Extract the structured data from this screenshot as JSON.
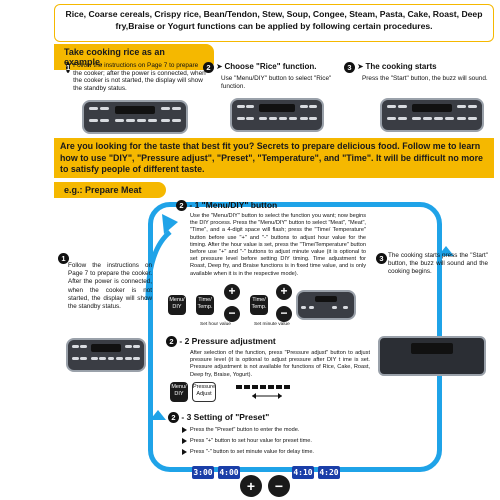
{
  "intro": "Rice, Coarse cereals, Crispy rice, Bean/Tendon, Stew, Soup, Congee, Steam, Pasta, Cake, Roast, Deep fry,Braise or Yogurt functions can be applied by following certain procedures.",
  "rice_tab": "Take cooking rice as an example.",
  "rice_steps": [
    {
      "num": "1",
      "text": "Follow the instructions on Page 7 to prepare the cooker; after the power is connected, when the cooker is not started, the display will show the standby status."
    },
    {
      "num": "2",
      "title": "Choose \"Rice\" function.",
      "text": "Use \"Menu/DIY\" button to select \"Rice\" function."
    },
    {
      "num": "3",
      "title": "The cooking starts",
      "text": "Press the \"Start\" button, the buzz will sound."
    }
  ],
  "band": "Are you looking for the taste that best fit you? Secrets to prepare delicious food. Follow me to learn how to use \"DIY\", \"Pressure adjust\", \"Preset\", \"Temperature\", and \"Time\". It will be difficult no more to satisfy people of different taste.",
  "meat_tab": "e.g.: Prepare Meat",
  "meat_step1": {
    "num": "1",
    "text": "Follow the instructions on Page 7 to prepare the cooker. After the power is connected, when the cooker is not started, the display will show the standby status."
  },
  "meat_step3": {
    "num": "3",
    "text": "The cooking starts press the \"Start\" button, the buzz will sound and the cooking begins."
  },
  "sub1": {
    "num": "2",
    "title": "- 1 \"Menu/DIY\" button",
    "text": "Use the \"Menu/DIY\" button to select the function you want; now begins the DIY process. Press the \"Menu/DIY\" button to select \"Meat\", \"Meat\", \"Time\", and a 4-digit space will flash; press the \"Time/ Temperature\" button before use \"+\" and \"-\" buttons to adjust hour value for the timing. After the hour value is set, press the \"Time/Temperature\" button before use \"+\" and \"-\" buttons to adjust minute value (it is optional to set pressure level before setting DIY timing. Time adjustment for Roast, Deep fry, and Braise functions is in fixed time value, and is only available when it is in the respective mode).",
    "keys": {
      "menu": "Menu/ DIY",
      "time": "Time/ Temp.",
      "set_hour": "Set hour value",
      "set_minute": "Set minute value",
      "plus": "+",
      "minus": "−"
    }
  },
  "sub2": {
    "num": "2",
    "title": "- 2   Pressure adjustment",
    "text": "After selection of the function, press \"Pressure adjust\" button to adjust pressure level (it is optional to adjust pressure after DIY t ime is set. Pressure adjustment is not available for functions of Rice, Cake, Roast, Deep fry, Braise, Yogurt).",
    "keys": {
      "menu": "Menu/ DIY",
      "pressure": "Pressure Adjust"
    }
  },
  "sub3": {
    "num": "2",
    "title": "- 3 Setting of \"Preset\"",
    "items": [
      "Press the \"Preset\" button to enter the mode.",
      "Press \"+\" button to set hour value for preset time.",
      "Press \"-\" button to set minute value for delay time."
    ],
    "displays": [
      "3:00",
      "4:00",
      "4:10",
      "4:20"
    ],
    "plus": "+",
    "minus": "−"
  },
  "accent_color": "#f5b800",
  "loop_color": "#1fa3e8",
  "lcd_color": "#1a3ea8"
}
